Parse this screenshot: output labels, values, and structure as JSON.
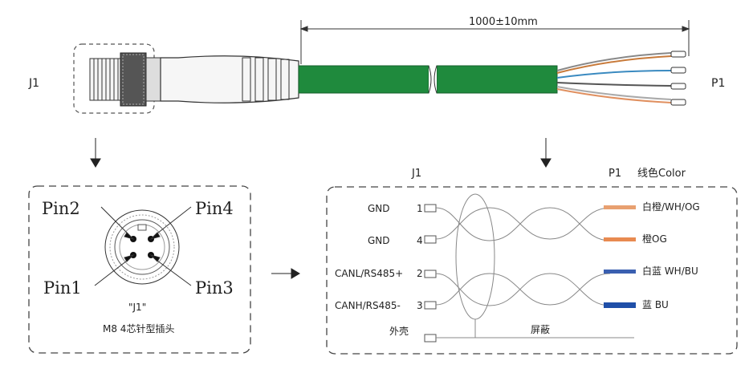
{
  "connector": {
    "label_left": "J1",
    "label_right": "P1",
    "length": "1000±10mm"
  },
  "pinout": {
    "pins": [
      "Pin2",
      "Pin4",
      "Pin1",
      "Pin3"
    ],
    "name": "\"J1\"",
    "description": "M8 4芯针型插头"
  },
  "wiring": {
    "header_j1": "J1",
    "header_p1": "P1",
    "header_color": "线色Color",
    "rows": [
      {
        "signal": "GND",
        "pin": "1",
        "color_label": "白橙/WH/OG",
        "color": "#e8a070"
      },
      {
        "signal": "GND",
        "pin": "4",
        "color_label": "橙OG",
        "color": "#e88a50"
      },
      {
        "signal": "CANL/RS485+",
        "pin": "2",
        "color_label": "白蓝 WH/BU",
        "color": "#3a5fb0"
      },
      {
        "signal": "CANH/RS485-",
        "pin": "3",
        "color_label": "蓝  BU",
        "color": "#1f4fa8"
      }
    ],
    "shell": "外壳",
    "shield": "屏蔽"
  },
  "colors": {
    "cable": "#1f8a3d",
    "dash": "#444444"
  }
}
